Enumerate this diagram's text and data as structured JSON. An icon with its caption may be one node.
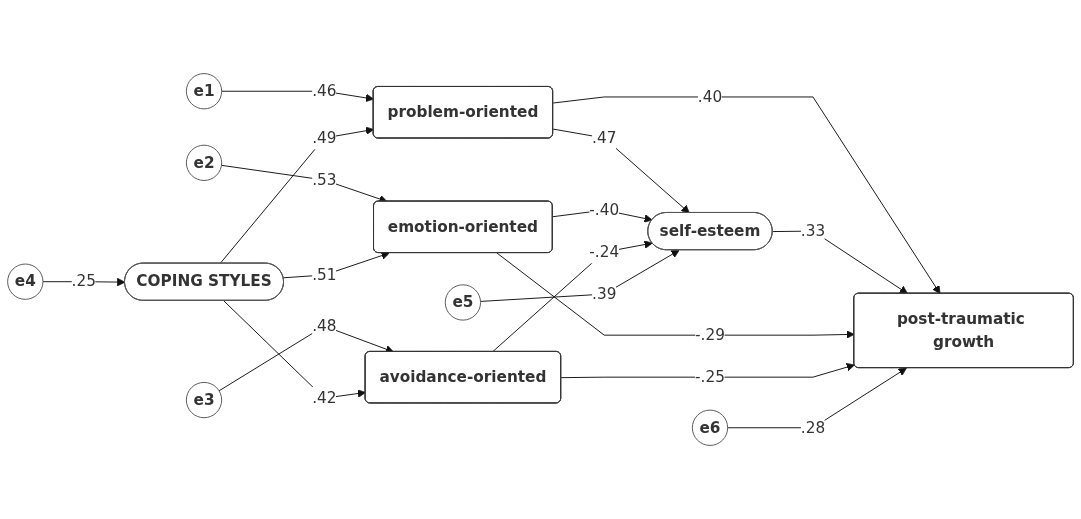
{
  "diagram": {
    "nodes": [
      {
        "text": [
          "e1"
        ]
      },
      {
        "text": [
          "problem-oriented"
        ]
      },
      {
        "text": [
          "e2"
        ]
      },
      {
        "text": [
          "emotion-oriented"
        ]
      },
      {
        "text": [
          "e3"
        ]
      },
      {
        "text": [
          "avoidance-oriented"
        ]
      },
      {
        "text": [
          "COPING STYLES"
        ]
      },
      {
        "text": [
          "e4"
        ]
      },
      {
        "text": [
          "e5"
        ]
      },
      {
        "text": [
          "self-esteem"
        ]
      },
      {
        "text": [
          "post-traumatic growth"
        ]
      },
      {
        "text": [
          "e6"
        ]
      }
    ],
    "edges": [
      {
        "from": 0,
        "to": 1,
        "arrow": "to",
        "label": ".46"
      },
      {
        "from": 2,
        "to": 3,
        "arrow": "to",
        "label": ".53"
      },
      {
        "from": 4,
        "to": 5,
        "arrow": "to",
        "label": ".48"
      },
      {
        "from": 6,
        "to": 1,
        "arrow": "to",
        "label": ".49"
      },
      {
        "from": 6,
        "to": 3,
        "arrow": "to",
        "label": ".51"
      },
      {
        "from": 6,
        "to": 5,
        "arrow": "to",
        "label": ".42"
      },
      {
        "from": 7,
        "to": 6,
        "arrow": "to",
        "label": ".25"
      },
      {
        "from": 1,
        "to": 9,
        "arrow": "to",
        "label": ".47"
      },
      {
        "from": 3,
        "to": 9,
        "arrow": "to",
        "label": "-.40"
      },
      {
        "from": 5,
        "to": 9,
        "arrow": "to",
        "label": "-.24"
      },
      {
        "from": 8,
        "to": 9,
        "arrow": "to",
        "label": ".39"
      },
      {
        "from": 1,
        "to": 10,
        "arrow": "to",
        "label": ".40"
      },
      {
        "from": 9,
        "to": 10,
        "arrow": "to",
        "label": ".33"
      },
      {
        "from": 3,
        "to": 10,
        "arrow": "to",
        "label": "-.29"
      },
      {
        "from": 5,
        "to": 10,
        "arrow": "to",
        "label": "-.25"
      },
      {
        "from": 11,
        "to": 10,
        "arrow": "to",
        "label": ".28"
      }
    ]
  }
}
